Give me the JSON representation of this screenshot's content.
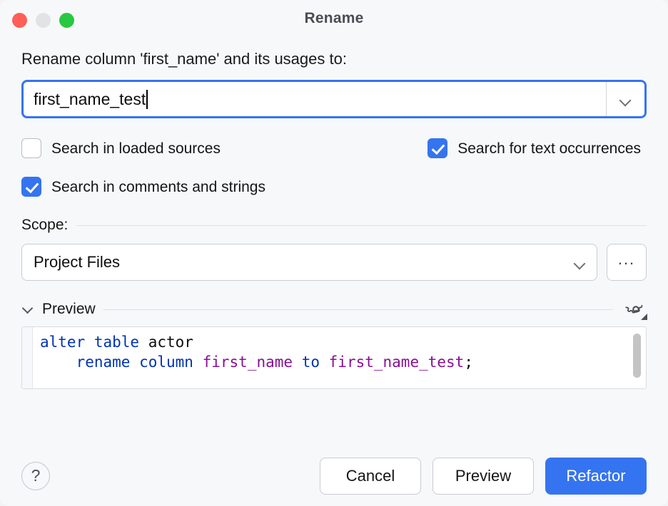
{
  "window": {
    "title": "Rename",
    "controls": {
      "close": "close-button",
      "minimize": "minimize-button",
      "zoom": "zoom-button"
    }
  },
  "prompt": "Rename column 'first_name' and its usages to:",
  "name_field": {
    "value": "first_name_test",
    "placeholder": "",
    "dropdown_icon": "chevron-down-icon"
  },
  "options": [
    {
      "id": "loaded-sources",
      "label": "Search in loaded sources",
      "checked": false
    },
    {
      "id": "text-occurrences",
      "label": "Search for text occurrences",
      "checked": true
    },
    {
      "id": "comments-strings",
      "label": "Search in comments and strings",
      "checked": true
    }
  ],
  "scope": {
    "section_label": "Scope:",
    "selected": "Project Files",
    "dropdown_icon": "chevron-down-icon",
    "more_button_label": "..."
  },
  "preview": {
    "section_label": "Preview",
    "collapse_icon": "chevron-down-icon",
    "settings_icon": "gear-icon",
    "code_lines": [
      [
        {
          "t": "alter table",
          "c": "kw"
        },
        {
          "t": " ",
          "c": "ident"
        },
        {
          "t": "actor",
          "c": "ident"
        }
      ],
      [
        {
          "t": "    ",
          "c": "ident"
        },
        {
          "t": "rename column",
          "c": "kw"
        },
        {
          "t": " ",
          "c": "ident"
        },
        {
          "t": "first_name",
          "c": "col"
        },
        {
          "t": " ",
          "c": "ident"
        },
        {
          "t": "to",
          "c": "kw"
        },
        {
          "t": " ",
          "c": "ident"
        },
        {
          "t": "first_name_test",
          "c": "col"
        },
        {
          "t": ";",
          "c": "ident"
        }
      ]
    ]
  },
  "footer": {
    "help_label": "?",
    "cancel_label": "Cancel",
    "preview_label": "Preview",
    "refactor_label": "Refactor"
  },
  "colors": {
    "accent": "#3574f0",
    "keyword": "#0033b3",
    "column": "#871094",
    "close": "#ff5f57",
    "minimize": "#e2e3e5",
    "zoom": "#28c840",
    "background": "#f7f8fa"
  }
}
